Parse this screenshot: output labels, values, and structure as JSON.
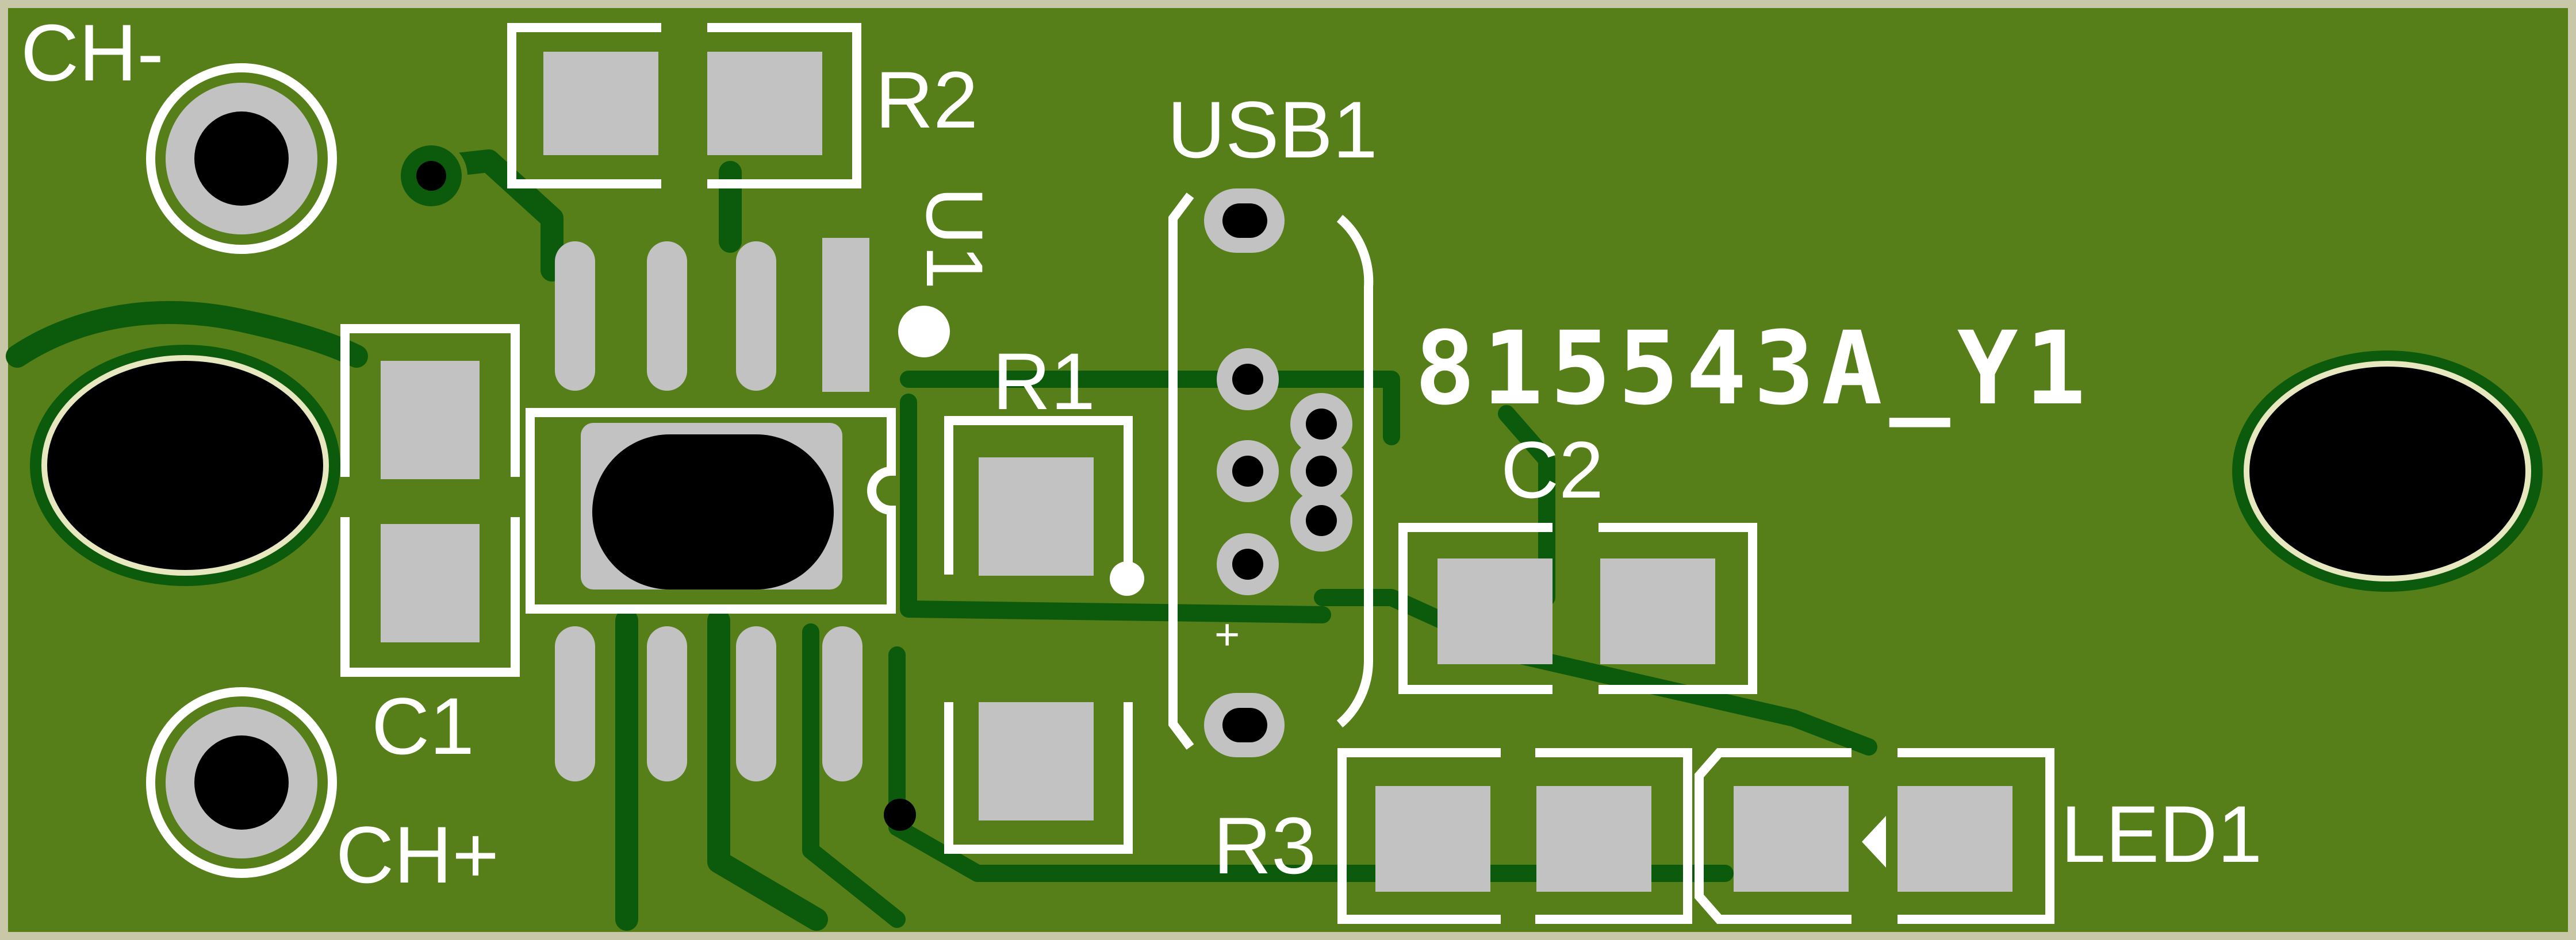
{
  "board": {
    "colors": {
      "outline": "#c8c8a8",
      "mask": "#567f19",
      "copper": "#1f6f14",
      "track": "#0c5a0c",
      "pad": "#c2c2c2",
      "silk": "#ffffff",
      "hole": "#000000"
    },
    "labels": {
      "ch_minus": "CH-",
      "ch_plus": "CH+",
      "r1": "R1",
      "r2": "R2",
      "r3": "R3",
      "c1": "C1",
      "c2": "C2",
      "u1": "U1",
      "usb1": "USB1",
      "led1": "LED1",
      "part_number": "815543A_Y1",
      "plus_marker": "+"
    }
  }
}
